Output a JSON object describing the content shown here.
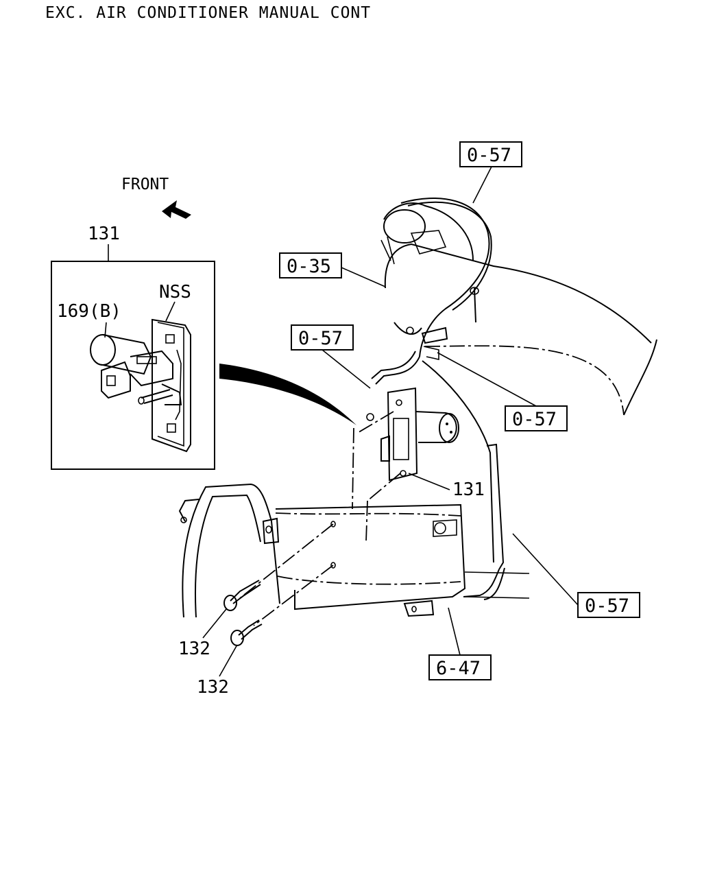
{
  "title": "EXC. AIR CONDITIONER MANUAL CONT",
  "front_label": "FRONT",
  "inset": {
    "part_number": "131",
    "label_nss": "NSS",
    "label_169b": "169(B)"
  },
  "references": {
    "ref_top_right": "0-57",
    "ref_left_upper": "0-35",
    "ref_mid_left": "0-57",
    "ref_mid_right": "0-57",
    "ref_bottom_right": "0-57",
    "ref_bracket": "6-47"
  },
  "callouts": {
    "part_131_main": "131",
    "bolt_upper": "132",
    "bolt_lower": "132"
  },
  "icons": [
    "front-arrow-icon"
  ]
}
